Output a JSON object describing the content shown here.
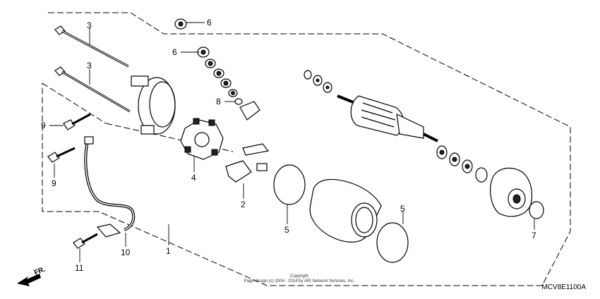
{
  "diagram": {
    "diagram_code": "MCV8E1100A",
    "copyright_line1": "Copyright",
    "copyright_line2": "Page design (c) 2004 - 2014 by ARI Network Services, Inc.",
    "direction_label": "FR.",
    "callouts": [
      {
        "id": "c1",
        "label": "1"
      },
      {
        "id": "c2",
        "label": "2"
      },
      {
        "id": "c3a",
        "label": "3"
      },
      {
        "id": "c3b",
        "label": "3"
      },
      {
        "id": "c4",
        "label": "4"
      },
      {
        "id": "c5a",
        "label": "5"
      },
      {
        "id": "c5b",
        "label": "5"
      },
      {
        "id": "c6a",
        "label": "6"
      },
      {
        "id": "c6b",
        "label": "6"
      },
      {
        "id": "c7",
        "label": "7"
      },
      {
        "id": "c8",
        "label": "8"
      },
      {
        "id": "c9a",
        "label": "9"
      },
      {
        "id": "c9b",
        "label": "9"
      },
      {
        "id": "c10",
        "label": "10"
      },
      {
        "id": "c11",
        "label": "11"
      }
    ]
  }
}
